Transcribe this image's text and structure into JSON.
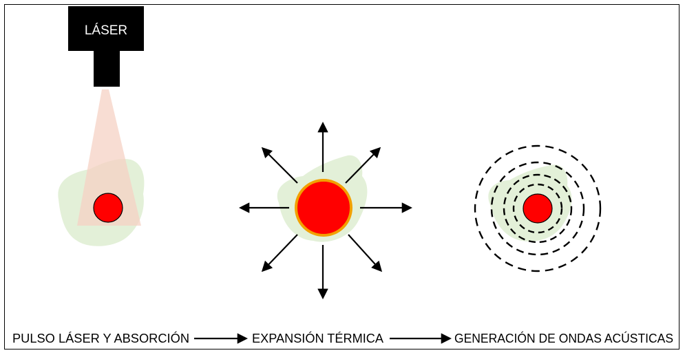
{
  "laser_label": "LÁSER",
  "steps": [
    {
      "label": "PULSO LÁSER Y ABSORCIÓN"
    },
    {
      "label": "EXPANSIÓN TÉRMICA"
    },
    {
      "label": "GENERACIÓN DE ONDAS ACÚSTICAS"
    }
  ],
  "colors": {
    "tissue": "#e3f0d8",
    "absorber": "#ff0000",
    "absorber_rim": "#f2a000",
    "beam": "#f6d2c4",
    "laser_body": "#000000"
  }
}
